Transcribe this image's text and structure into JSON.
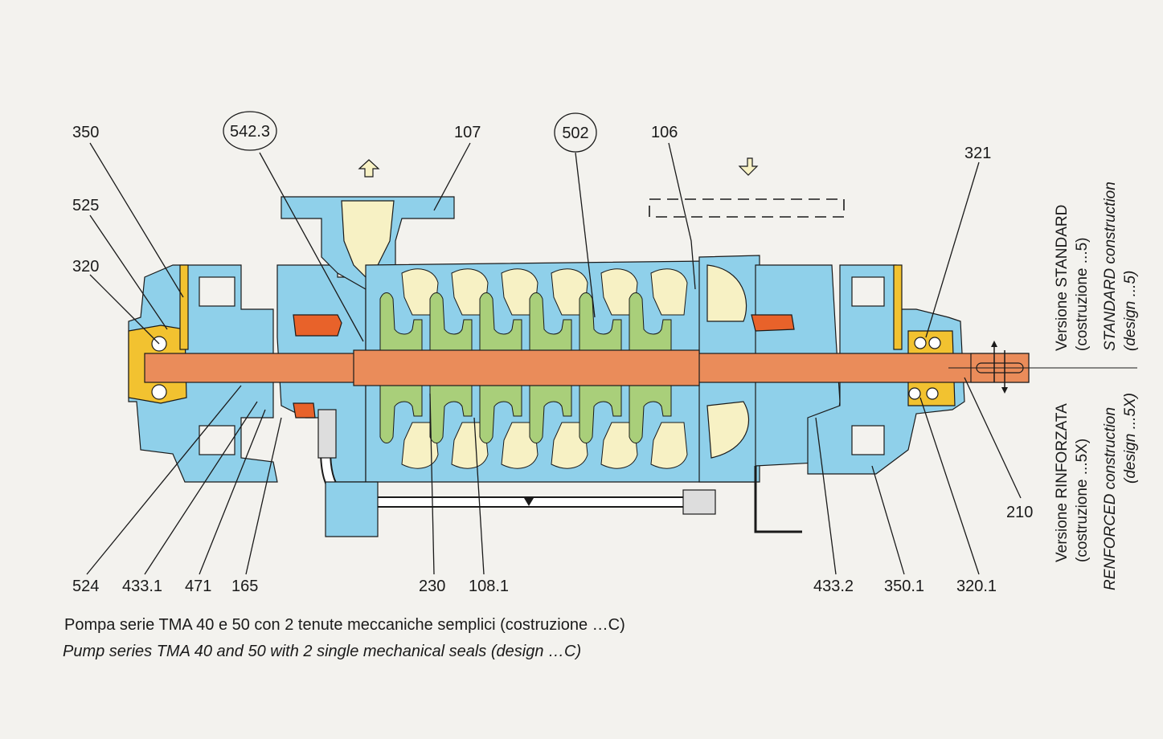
{
  "colors": {
    "background": "#f3f2ee",
    "casing_blue": "#8fd0ea",
    "casing_blue_dark": "#6fbfe0",
    "waterway_cream": "#f7f1c4",
    "impeller_green": "#a9cf7a",
    "shaft_orange": "#ea8c5a",
    "seal_orange": "#e8622a",
    "bearing_yellow": "#f2c230",
    "line": "#1a1a1a"
  },
  "icons": {
    "outlet_arrow": "arrow-up-icon",
    "inlet_arrow": "arrow-down-icon",
    "rotation_arrow": "rotation-arrow-icon",
    "flow_arrow": "flow-arrow-icon"
  },
  "callouts": {
    "top": {
      "350": "350",
      "542_3": "542.3",
      "107": "107",
      "502": "502",
      "106": "106",
      "321": "321"
    },
    "left": {
      "525": "525",
      "320": "320"
    },
    "right": {
      "210": "210"
    },
    "bottom": {
      "524": "524",
      "433_1": "433.1",
      "471": "471",
      "165": "165",
      "230": "230",
      "108_1": "108.1",
      "433_2": "433.2",
      "350_1": "350.1",
      "320_1": "320.1"
    }
  },
  "versions": {
    "standard_it_1": "Versione STANDARD",
    "standard_it_2": "(costruzione ...5)",
    "standard_en_1": "STANDARD construction",
    "standard_en_2": "(design ...5)",
    "reinforced_it_1": "Versione RINFORZATA",
    "reinforced_it_2": "(costruzione ...5X)",
    "reinforced_en_1": "RENFORCED construction",
    "reinforced_en_2": "(design ...5X)"
  },
  "caption": {
    "italian": "Pompa serie TMA 40 e 50 con 2 tenute meccaniche semplici (costruzione …C)",
    "english": "Pump series TMA 40 and 50 with 2 single mechanical seals (design …C)"
  }
}
